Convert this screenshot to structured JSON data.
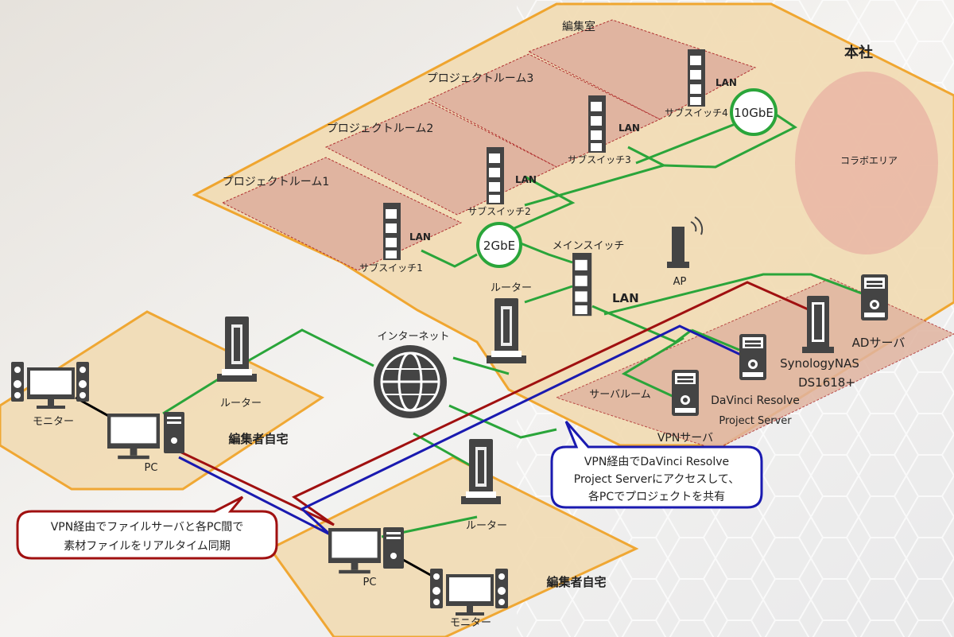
{
  "labels": {
    "honsha": "本社",
    "editing_room": "編集室",
    "project_room_3": "プロジェクトルーム3",
    "project_room_2": "プロジェクトルーム2",
    "project_room_1": "プロジェクトルーム1",
    "collab_area": "コラボエリア",
    "sub_switch_1": "サブスイッチ1",
    "sub_switch_2": "サブスイッチ2",
    "sub_switch_3": "サブスイッチ3",
    "sub_switch_4": "サブスイッチ4",
    "lan": "LAN",
    "speed_10g": "10GbE",
    "speed_2g": "2GbE",
    "main_switch": "メインスイッチ",
    "ap": "AP",
    "router_office": "ルーター",
    "internet": "インターネット",
    "router_home1": "ルーター",
    "router_home2": "ルーター",
    "monitor_home1": "モニター",
    "monitor_home2": "モニター",
    "pc_home1": "PC",
    "pc_home2": "PC",
    "home_1": "編集者自宅",
    "home_2": "編集者自宅",
    "server_room": "サーバルーム",
    "vpn_server": "VPNサーバ",
    "davinci_line1": "DaVinci Resolve",
    "davinci_line2": "Project Server",
    "nas_line1": "SynologyNAS",
    "nas_line2": "DS1618+",
    "ad_server": "ADサーバ"
  },
  "callouts": {
    "blue": [
      "VPN経由でDaVinci Resolve",
      "Project Serverにアクセスして、",
      "各PCでプロジェクトを共有"
    ],
    "red": [
      "VPN経由でファイルサーバと各PC間で",
      "素材ファイルをリアルタイム同期"
    ]
  },
  "colors": {
    "office_border": "#f0a020",
    "office_fill": "#f2dcb4",
    "room_fill": "#e0b4a0",
    "room_border": "#b03030",
    "green_line": "#2aa53a",
    "red_line": "#a01010",
    "blue_line": "#1a1ab0",
    "device": "#444444"
  }
}
